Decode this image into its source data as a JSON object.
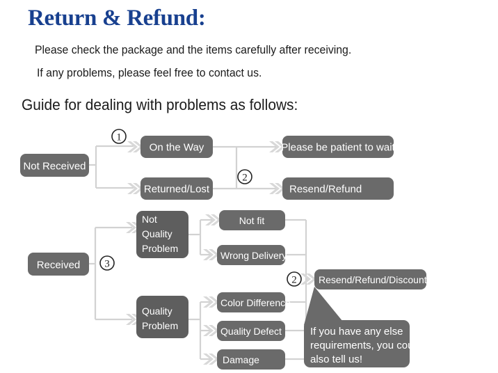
{
  "header": {
    "title": "Return & Refund:",
    "line1": "Please check the package and the items carefully after receiving.",
    "line2": "If any problems, please feel free to contact us.",
    "guide": "Guide for dealing with problems as follows:"
  },
  "colors": {
    "title_blue": "#18408f",
    "node_fill": "#6a6a6a",
    "node_text": "#ffffff",
    "connector": "#d2d2d2",
    "arrowhead": "#d8d8d8",
    "body_text": "#1b1b1b",
    "background": "#ffffff"
  },
  "flowchart": {
    "type": "flowchart",
    "nodes": {
      "not_received": "Not Received",
      "on_the_way": "On the Way",
      "returned_lost": "Returned/Lost",
      "please_wait": "Please be patient to wait",
      "resend_refund": "Resend/Refund",
      "received": "Received",
      "not_quality_problem_l1": "Not",
      "not_quality_problem_l2": "Quality",
      "not_quality_problem_l3": "Problem",
      "quality_problem_l1": "Quality",
      "quality_problem_l2": "Problem",
      "not_fit": "Not fit",
      "wrong_delivery": "Wrong Delivery",
      "color_difference": "Color Difference",
      "quality_defect": "Quality Defect",
      "damage": "Damage",
      "resend_refund_discount": "Resend/Refund/Discount"
    },
    "markers": {
      "m1": "①",
      "m2_top": "②",
      "m3": "③",
      "m2_bottom": "②"
    },
    "marker_digits": {
      "m1": "1",
      "m2_top": "2",
      "m3": "3",
      "m2_bottom": "2"
    },
    "callout": {
      "line1": "If you have any else",
      "line2": "requirements, you could",
      "line3": "also tell us!"
    },
    "edges": [
      {
        "from": "not_received",
        "to": "on_the_way",
        "label": "1"
      },
      {
        "from": "not_received",
        "to": "returned_lost",
        "label": "1"
      },
      {
        "from": "on_the_way",
        "to": "please_wait",
        "label": ""
      },
      {
        "from": "returned_lost",
        "to": "resend_refund",
        "label": "2"
      },
      {
        "from": "received",
        "to": "not_quality_problem",
        "label": "3"
      },
      {
        "from": "received",
        "to": "quality_problem",
        "label": "3"
      },
      {
        "from": "not_quality_problem",
        "to": "not_fit",
        "label": ""
      },
      {
        "from": "not_quality_problem",
        "to": "wrong_delivery",
        "label": ""
      },
      {
        "from": "quality_problem",
        "to": "color_difference",
        "label": ""
      },
      {
        "from": "quality_problem",
        "to": "quality_defect",
        "label": ""
      },
      {
        "from": "quality_problem",
        "to": "damage",
        "label": ""
      },
      {
        "from": "not_fit",
        "to": "resend_refund_discount",
        "label": "2"
      },
      {
        "from": "wrong_delivery",
        "to": "resend_refund_discount",
        "label": "2"
      },
      {
        "from": "color_difference",
        "to": "resend_refund_discount",
        "label": "2"
      },
      {
        "from": "quality_defect",
        "to": "resend_refund_discount",
        "label": "2"
      },
      {
        "from": "damage",
        "to": "resend_refund_discount",
        "label": "2"
      }
    ]
  }
}
